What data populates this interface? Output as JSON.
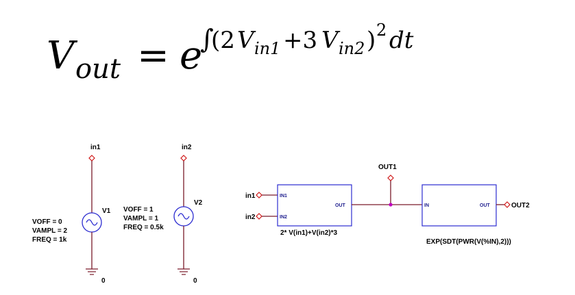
{
  "equation": {
    "lhs_var": "V",
    "lhs_sub": "out",
    "equals": "=",
    "base": "e",
    "integral": "∫",
    "open": "(2",
    "v1": "V",
    "v1_sub": "in1",
    "plus": "+3",
    "v2": "V",
    "v2_sub": "in2",
    "close": ")",
    "power": "2",
    "dt": "dt"
  },
  "schematic": {
    "net_in1_top": "in1",
    "net_in2_top": "in2",
    "net_in1_left": "in1",
    "net_in2_left": "in2",
    "net_out1": "OUT1",
    "net_out2": "OUT2",
    "v1": {
      "ref": "V1",
      "voff": "VOFF = 0",
      "vampl": "VAMPL = 2",
      "freq": "FREQ = 1k",
      "gnd": "0"
    },
    "v2": {
      "ref": "V2",
      "voff": "VOFF = 1",
      "vampl": "VAMPL = 1",
      "freq": "FREQ = 0.5k",
      "gnd": "0"
    },
    "block1": {
      "pin_in1": "IN1",
      "pin_in2": "IN2",
      "pin_out": "OUT",
      "expr": "2* V(in1)+V(in2)*3"
    },
    "block2": {
      "pin_in": "IN",
      "pin_out": "OUT",
      "expr": "EXP(SDT(PWR(V(%IN),2)))"
    },
    "colors": {
      "wire": "#7a1a2a",
      "block": "#2b2bd0",
      "port": "#d01a1a",
      "pin_text": "#1a1a8c",
      "junction": "#c000c0"
    }
  }
}
